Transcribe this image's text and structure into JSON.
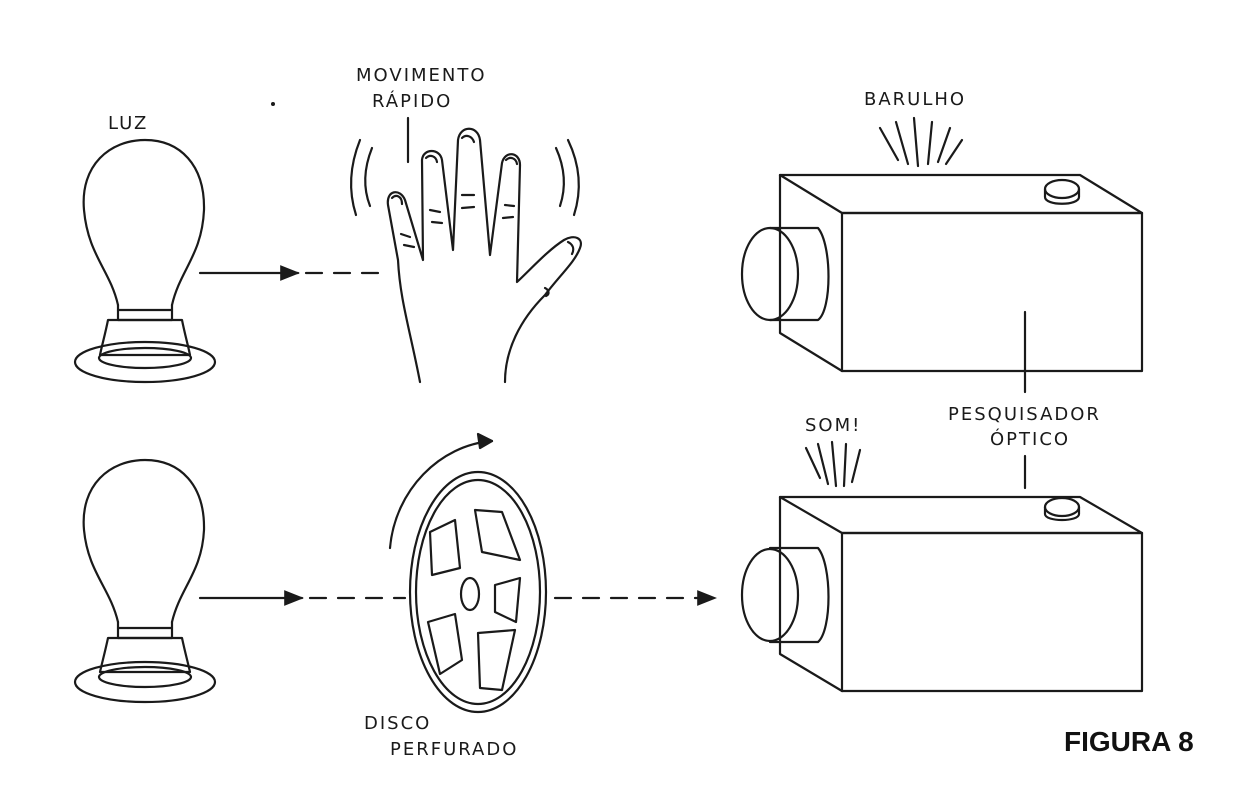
{
  "labels": {
    "light": "LUZ",
    "fast_motion": [
      "MOVIMENTO",
      "RÁPIDO"
    ],
    "noise": "BARULHO",
    "sound": "SOM!",
    "optical_sensor": [
      "PESQUISADOR",
      "ÓPTICO"
    ],
    "perforated_disc": [
      "DISCO",
      "PERFURADO"
    ]
  },
  "figure_caption": "FIGURA 8",
  "colors": {
    "ink": "#1a1a1a",
    "paper": "#ffffff"
  }
}
